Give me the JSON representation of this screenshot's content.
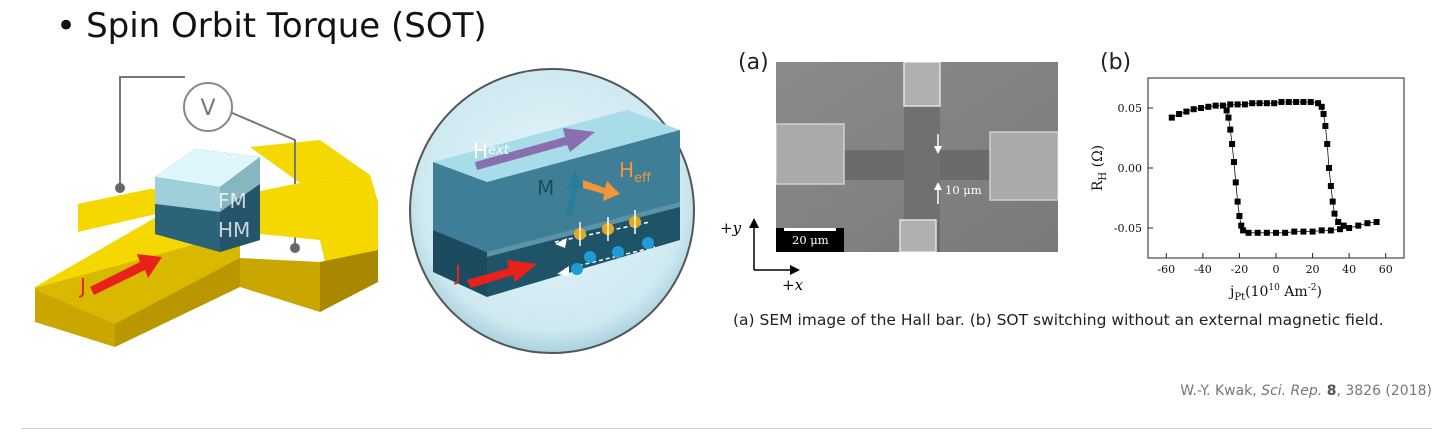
{
  "slide": {
    "bullet": "•",
    "title": "Spin Orbit Torque (SOT)"
  },
  "device_schematic": {
    "voltmeter_label": "V",
    "fm_label": "FM",
    "hm_label": "HM",
    "current_label": "J"
  },
  "layer_diagram": {
    "h_ext_main": "H",
    "h_ext_sub": "ext",
    "h_eff_main": "H",
    "h_eff_sub": "eff",
    "m_label": "M",
    "current_label": "J"
  },
  "sem_panel": {
    "label": "(a)",
    "scale_bar": "20 μm",
    "width_label": "10 μm",
    "axis_y": "+y",
    "axis_x": "+x"
  },
  "chart_panel": {
    "label": "(b)"
  },
  "chart_data": {
    "type": "scatter",
    "xlabel_main": "j",
    "xlabel_sub": "Pt",
    "xlabel_unit": "(10",
    "xlabel_exp": "10",
    "xlabel_unit2": " Am",
    "xlabel_exp2": "-2",
    "xlabel_close": ")",
    "ylabel_main": "R",
    "ylabel_sub": "H",
    "ylabel_unit": " (Ω)",
    "xlim": [
      -70,
      70
    ],
    "ylim": [
      -0.075,
      0.075
    ],
    "xticks": [
      -60,
      -40,
      -20,
      0,
      20,
      40,
      60
    ],
    "xtick_labels": [
      "-60",
      "-40",
      "-20",
      "0",
      "20",
      "40",
      "60"
    ],
    "yticks": [
      0.05,
      0.0,
      -0.05
    ],
    "ytick_labels": [
      "0.05",
      "0.00",
      "-0.05"
    ],
    "series": [
      {
        "values_upper": [
          [
            -57,
            0.042
          ],
          [
            -53,
            0.045
          ],
          [
            -49,
            0.047
          ],
          [
            -45,
            0.049
          ],
          [
            -41,
            0.05
          ],
          [
            -37,
            0.051
          ],
          [
            -33,
            0.052
          ],
          [
            -29,
            0.052
          ],
          [
            -25,
            0.053
          ],
          [
            -21,
            0.053
          ],
          [
            -17,
            0.053
          ],
          [
            -13,
            0.054
          ],
          [
            -9,
            0.054
          ],
          [
            -5,
            0.054
          ],
          [
            -1,
            0.054
          ],
          [
            3,
            0.055
          ],
          [
            7,
            0.055
          ],
          [
            11,
            0.055
          ],
          [
            15,
            0.055
          ],
          [
            19,
            0.055
          ],
          [
            23,
            0.054
          ],
          [
            25,
            0.051
          ],
          [
            26,
            0.045
          ],
          [
            27,
            0.035
          ],
          [
            28,
            0.02
          ],
          [
            29,
            0.0
          ],
          [
            30,
            -0.015
          ],
          [
            31,
            -0.028
          ],
          [
            32,
            -0.038
          ],
          [
            34,
            -0.045
          ],
          [
            37,
            -0.048
          ]
        ],
        "values_lower": [
          [
            55,
            -0.045
          ],
          [
            50,
            -0.046
          ],
          [
            45,
            -0.048
          ],
          [
            40,
            -0.05
          ],
          [
            35,
            -0.051
          ],
          [
            30,
            -0.052
          ],
          [
            25,
            -0.052
          ],
          [
            20,
            -0.053
          ],
          [
            15,
            -0.053
          ],
          [
            10,
            -0.053
          ],
          [
            5,
            -0.054
          ],
          [
            0,
            -0.054
          ],
          [
            -5,
            -0.054
          ],
          [
            -10,
            -0.054
          ],
          [
            -15,
            -0.054
          ],
          [
            -18,
            -0.052
          ],
          [
            -19,
            -0.048
          ],
          [
            -20,
            -0.04
          ],
          [
            -21,
            -0.028
          ],
          [
            -22,
            -0.012
          ],
          [
            -23,
            0.005
          ],
          [
            -24,
            0.02
          ],
          [
            -25,
            0.032
          ],
          [
            -26,
            0.042
          ],
          [
            -27,
            0.048
          ]
        ]
      }
    ]
  },
  "caption": "(a) SEM image of the Hall bar. (b) SOT switching without an external magnetic field.",
  "citation": {
    "authors": "W.-Y. Kwak, ",
    "journal": "Sci. Rep.",
    "volume": "8",
    "rest": ", 3826 (2018)"
  },
  "colors": {
    "gold": "#f5d800",
    "gold_side": "#c9a600",
    "fm": "#bfeef5",
    "hm": "#2e6a82",
    "arrow_red": "#e8221a",
    "h_ext": "#8a6fb0",
    "h_eff": "#f2953c"
  }
}
